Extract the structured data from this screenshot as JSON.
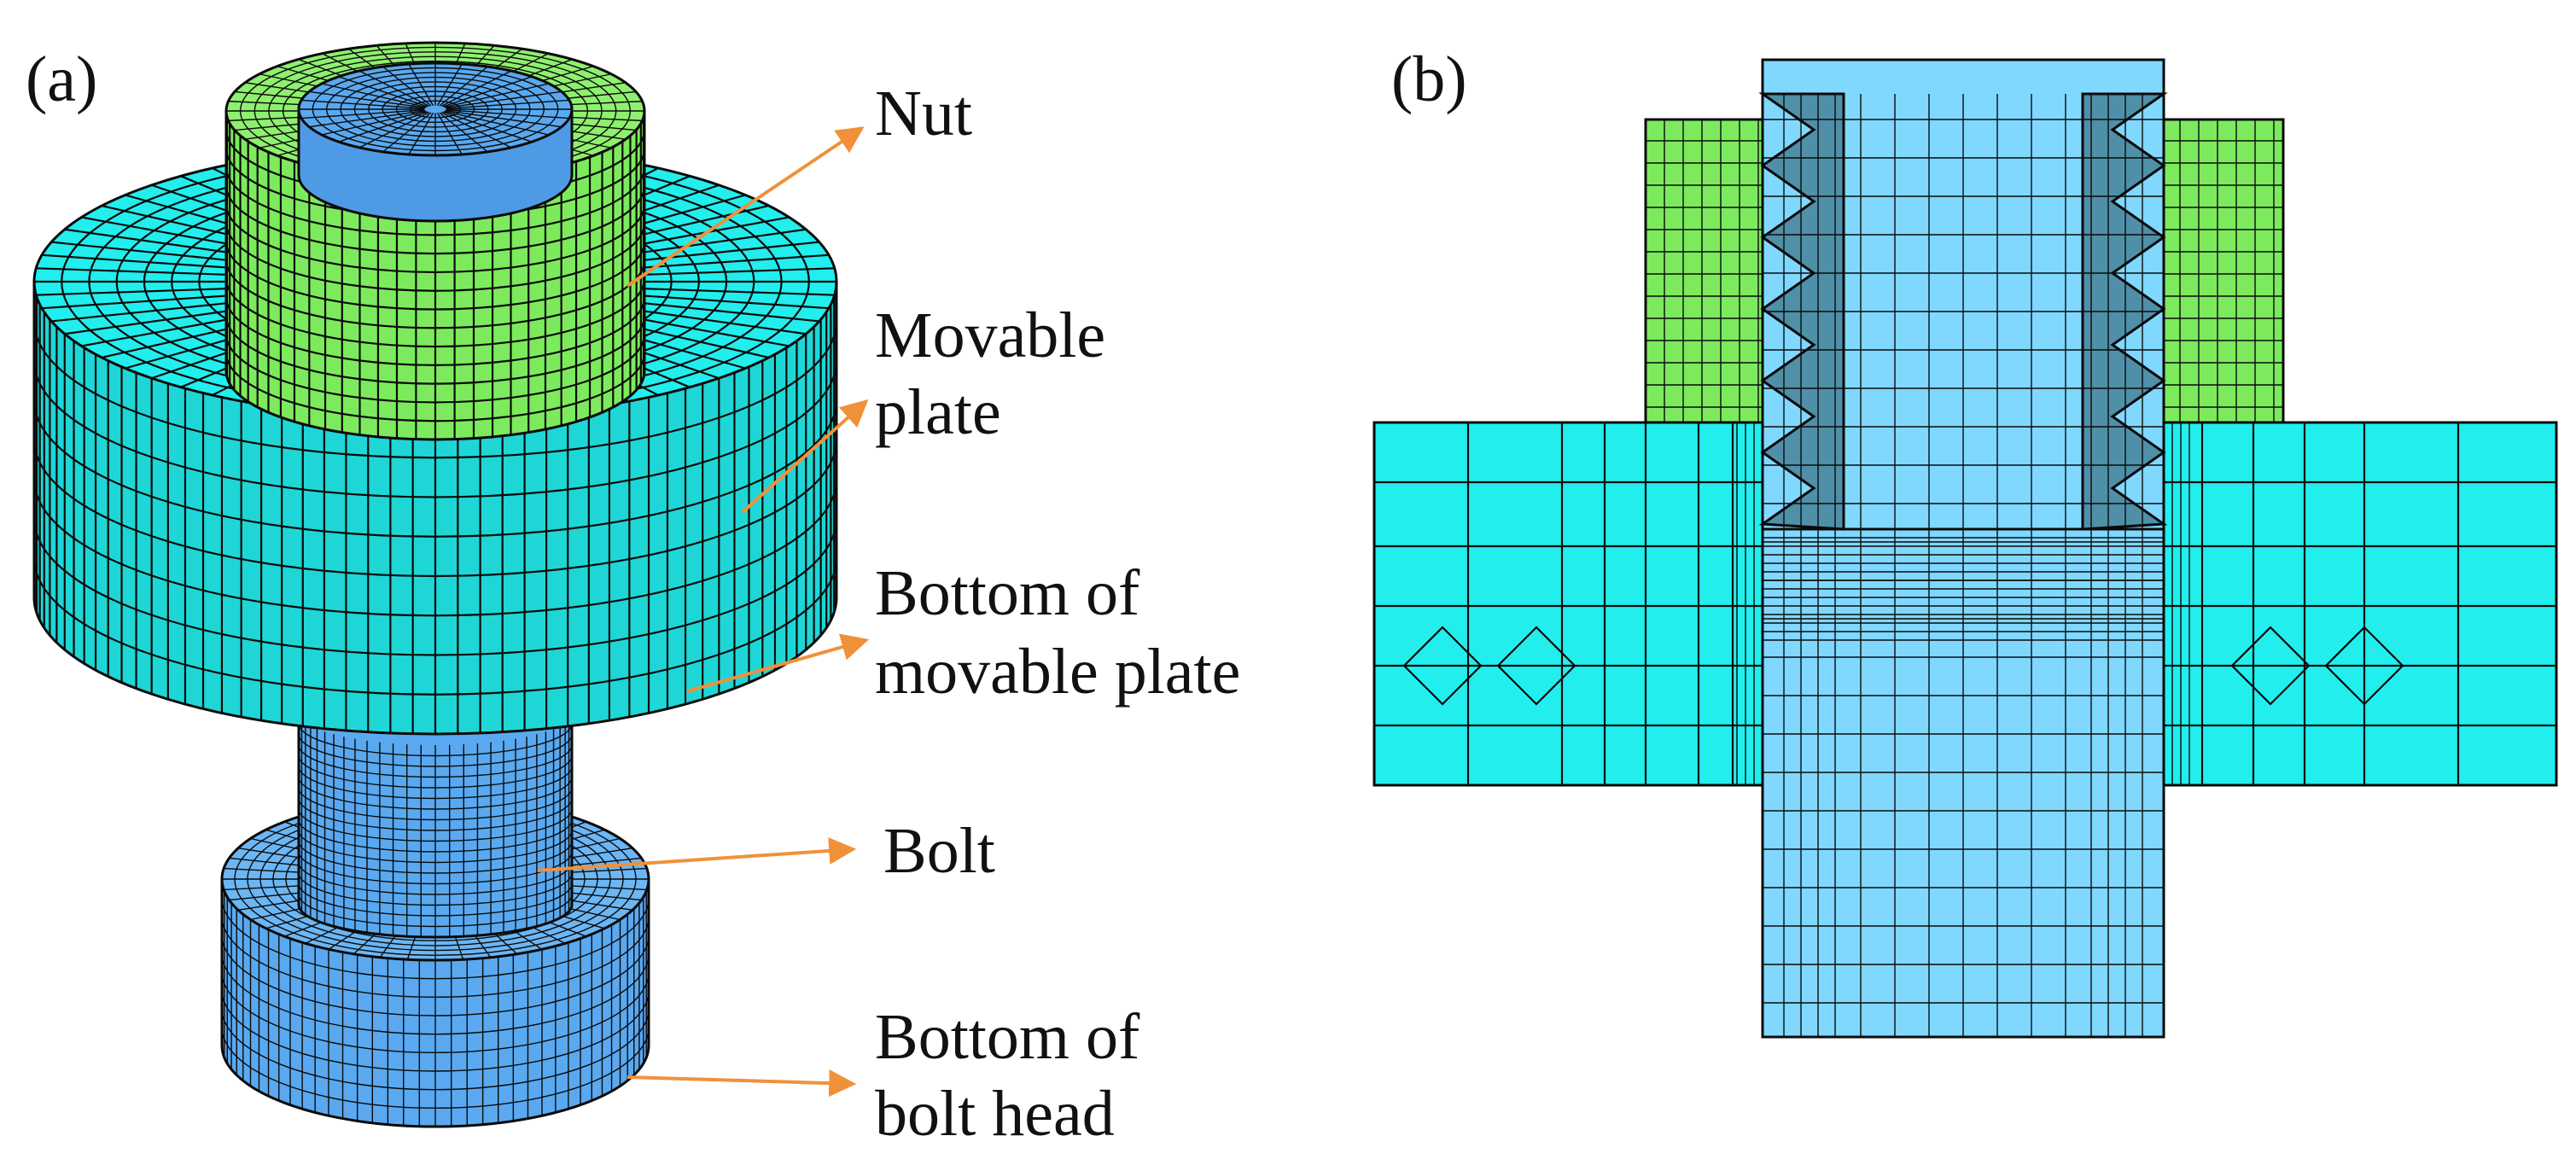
{
  "panels": {
    "a": {
      "label": "(a)"
    },
    "b": {
      "label": "(b)"
    }
  },
  "callouts": [
    {
      "id": "nut",
      "lines": [
        "Nut"
      ]
    },
    {
      "id": "movable-plate",
      "lines": [
        "Movable",
        "plate"
      ]
    },
    {
      "id": "bottom-movable-plate",
      "lines": [
        "Bottom of",
        "movable plate"
      ]
    },
    {
      "id": "bolt",
      "lines": [
        "Bolt"
      ]
    },
    {
      "id": "bottom-bolt-head",
      "lines": [
        "Bottom of",
        "bolt head"
      ]
    }
  ],
  "colors": {
    "nut": "#7dea5e",
    "nut_dark": "#4fae3e",
    "plate": "#22eeee",
    "plate_side": "#1fd6d6",
    "bolt": "#5aa9f0",
    "bolt_dark": "#3d86d0",
    "bolt_section": "#80d8ff",
    "thread": "#4f8fa8",
    "arrow": "#f0913a",
    "mesh": "#0a0a0a"
  }
}
